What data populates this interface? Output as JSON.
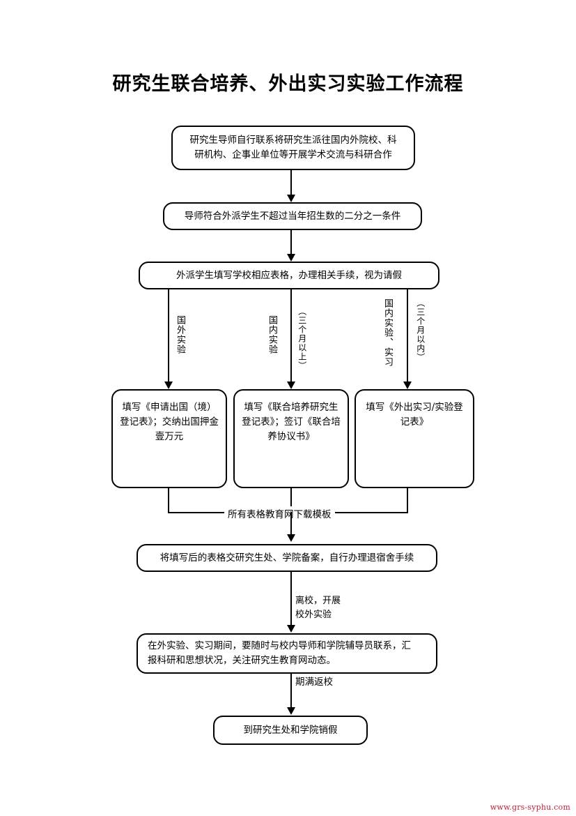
{
  "document": {
    "title": "研究生联合培养、外出实习实验工作流程",
    "watermark": "www.grs-syphu.com"
  },
  "flowchart": {
    "type": "flowchart",
    "orientation": "top-to-bottom",
    "nodes": [
      {
        "id": "n1",
        "label": "研究生导师自行联系将研究生派往国内外院校、科研机构、企事业单位等开展学术交流与科研合作",
        "line1": "研究生导师自行联系将研究生派往国内外院校、科",
        "line2": "研机构、企事业单位等开展学术交流与科研合作"
      },
      {
        "id": "n2",
        "label": "导师符合外派学生不超过当年招生数的二分之一条件",
        "line1": "导师符合外派学生不超过当年招生数的二分之一条件",
        "line2": ""
      },
      {
        "id": "n3",
        "label": "外派学生填写学校相应表格，办理相关手续，视为请假",
        "line1": "外派学生填写学校相应表格，办理相关手续，视为请假",
        "line2": ""
      },
      {
        "id": "n4a",
        "label": "填写《申请出国（境）登记表》；交纳出国押金壹万元",
        "line1": "填写《申请出国（境）",
        "line2": "登记表》；交纳出国押金",
        "line3": "壹万元"
      },
      {
        "id": "n4b",
        "label": "填写《联合培养研究生登记表》；签订《联合培养协议书》",
        "line1": "填写《联合培养研究生",
        "line2": "登记表》；签订《联合培",
        "line3": "养协议书》"
      },
      {
        "id": "n4c",
        "label": "填写《外出实习/实验登记表》",
        "line1": "填写《外出实习/实验登",
        "line2": "记表》",
        "line3": ""
      },
      {
        "id": "n5",
        "label": "将填写后的表格交研究生处、学院备案，自行办理退宿舍手续",
        "line1": "将填写后的表格交研究生处、学院备案，自行办理退宿舍手续",
        "line2": ""
      },
      {
        "id": "n6",
        "label": "在外实验、实习期间，要随时与校内导师和学院辅导员联系，汇报科研和思想状况，关注研究生教育网动态。",
        "line1": "在外实验、实习期间，要随时与校内导师和学院辅导员联系，汇",
        "line2": "报科研和思想状况，关注研究生教育网动态。"
      },
      {
        "id": "n7",
        "label": "到研究生处和学院销假",
        "line1": "到研究生处和学院销假",
        "line2": ""
      }
    ],
    "edge_labels": {
      "branch_left": "国外实验",
      "branch_mid_left": "国内实验",
      "branch_mid_right": "（三个月以上）",
      "branch_right_inner": "国内实验、实习",
      "branch_right_outer": "（三个月以内）",
      "merge_note": "所有表格教育网下载模板",
      "leave_school_line1": "离校，开展",
      "leave_school_line2": "校外实验",
      "return_school": "期满返校"
    }
  }
}
